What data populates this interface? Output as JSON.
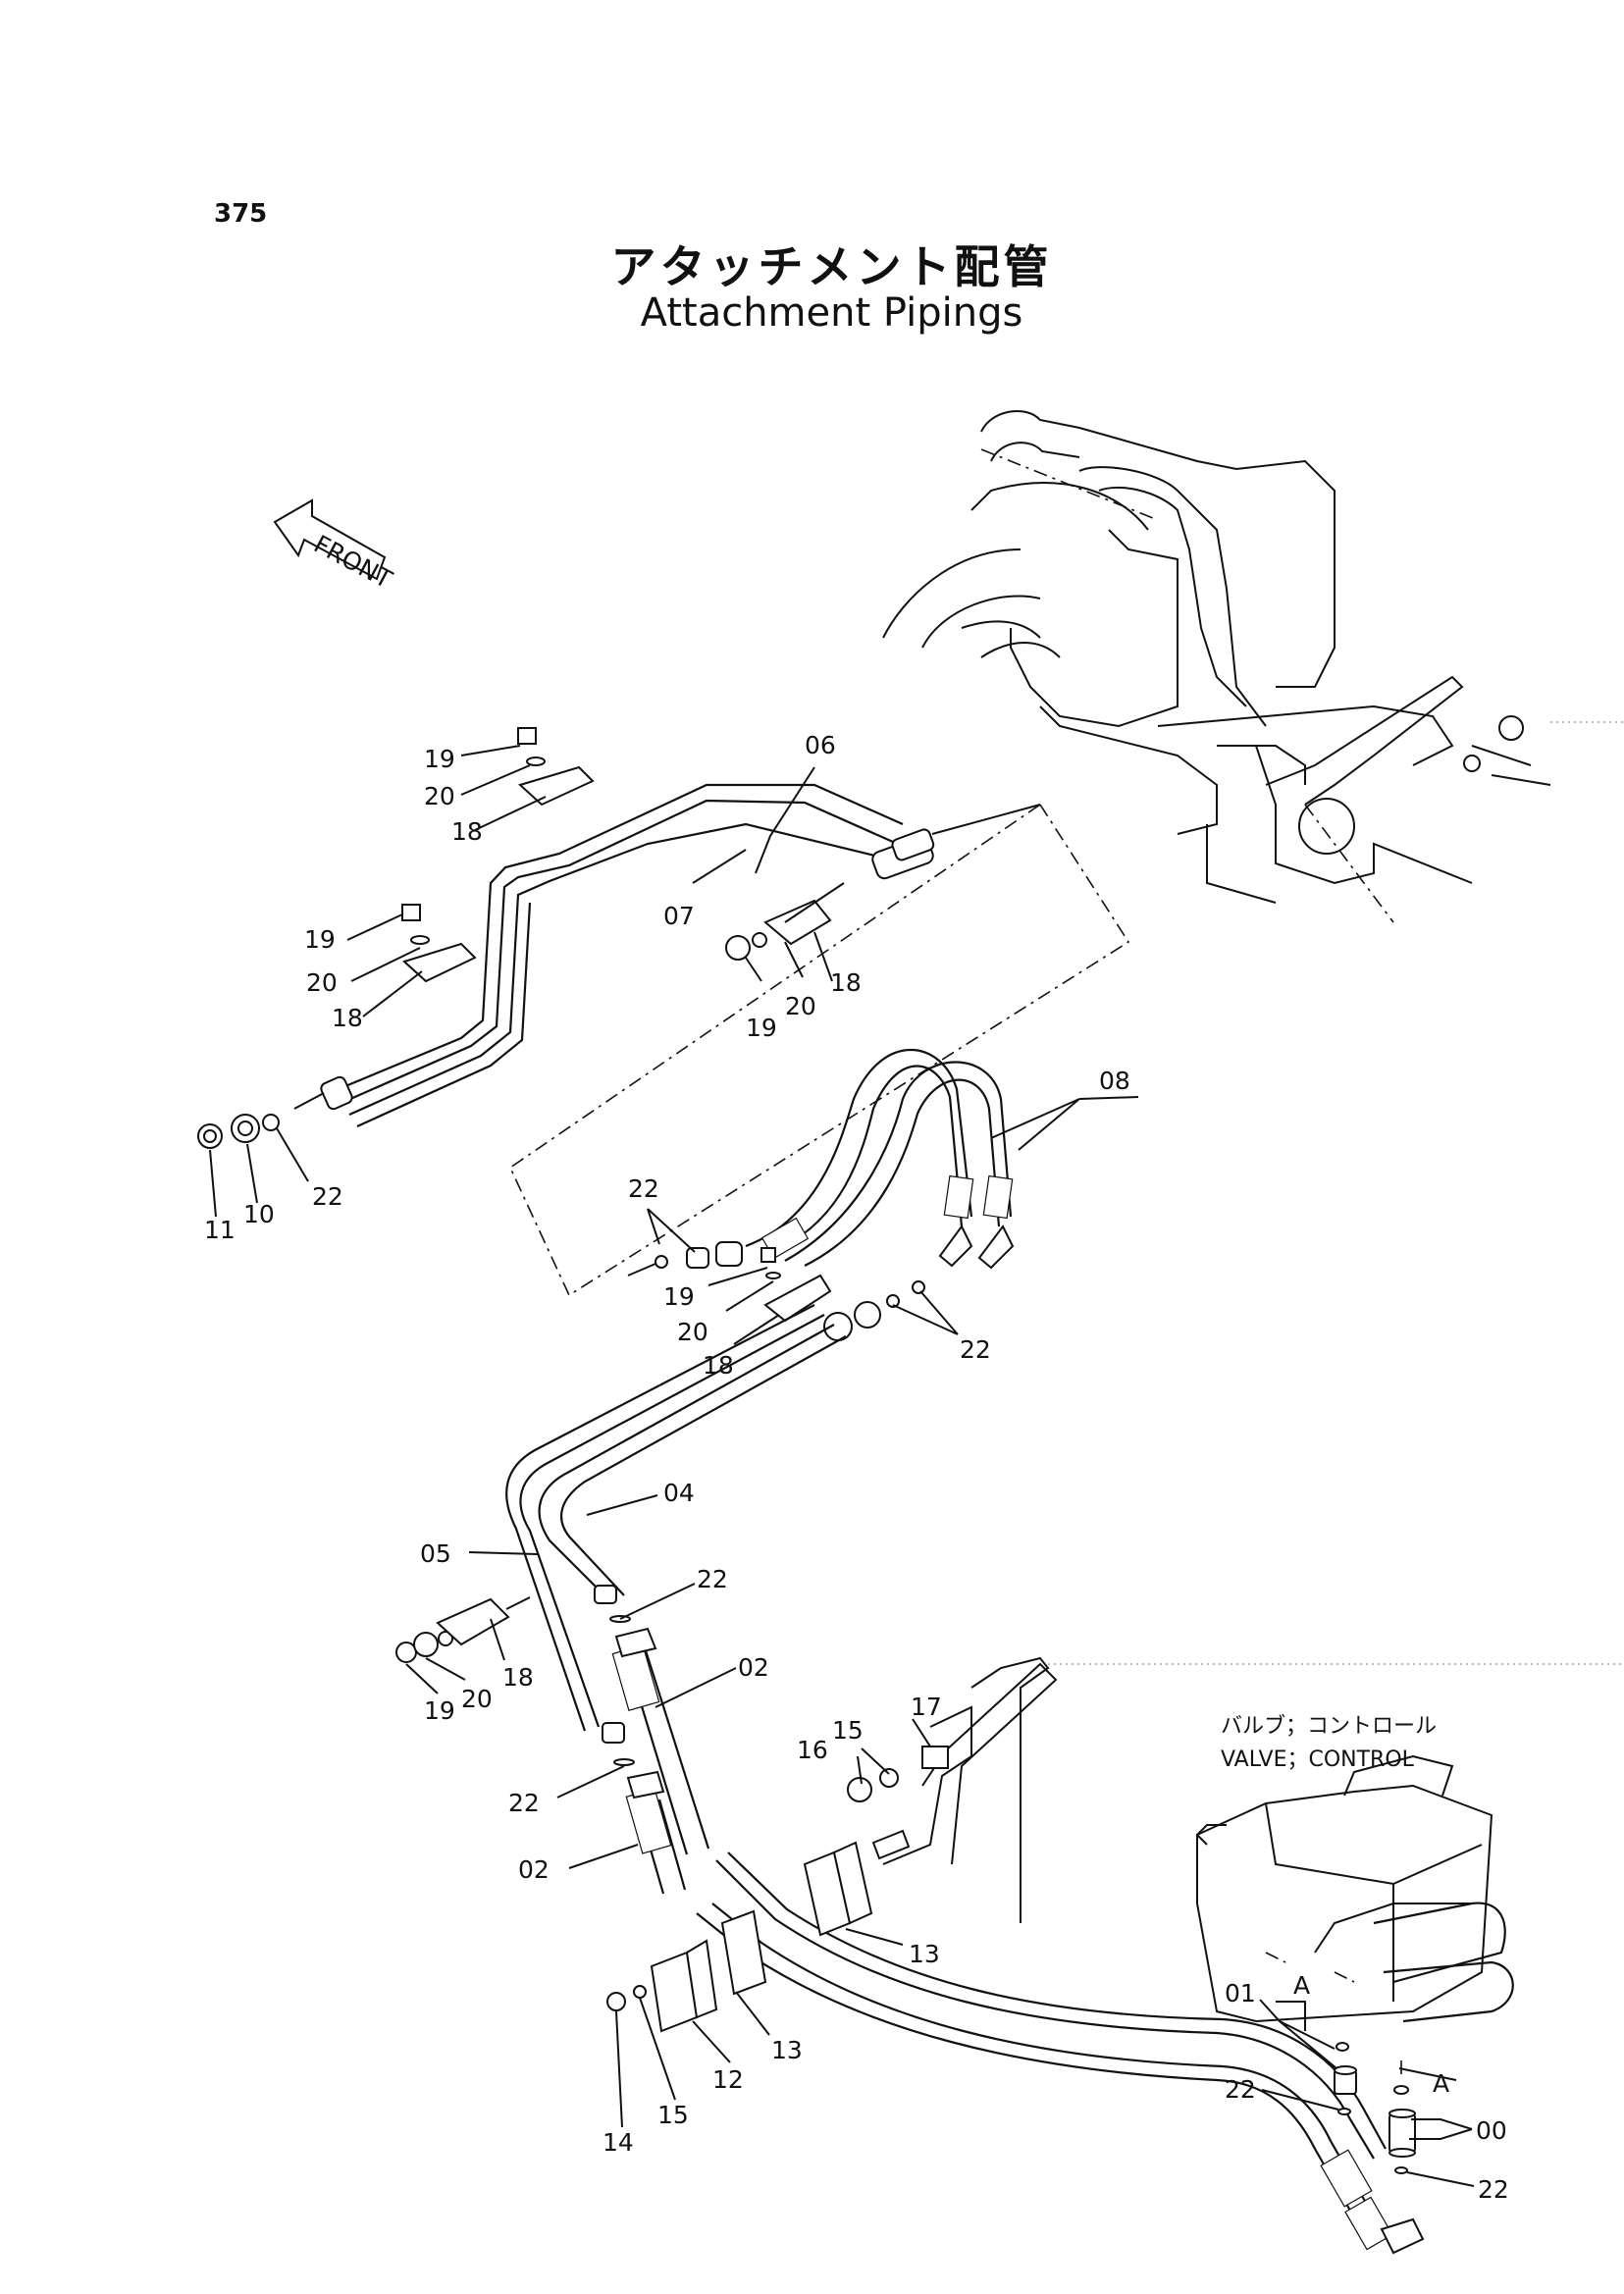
{
  "page_number": "375",
  "title_jp": "アタッチメント配管",
  "title_en": "Attachment Pipings",
  "front_label": "FRONT",
  "valve_label_jp": "バルブ；コントロール",
  "valve_label_en": "VALVE；CONTROL",
  "callouts": {
    "c06": "06",
    "c07": "07",
    "c08": "08",
    "c19a": "19",
    "c20a": "20",
    "c18a": "18",
    "c19b": "19",
    "c20b": "20",
    "c18b": "18",
    "c19c": "19",
    "c20c": "20",
    "c18c": "18",
    "c11": "11",
    "c10": "10",
    "c22a": "22",
    "c22b": "22",
    "c19d": "19",
    "c20d": "20",
    "c18d": "18",
    "c22c": "22",
    "c04": "04",
    "c05": "05",
    "c22d": "22",
    "c02a": "02",
    "c18e": "18",
    "c20e": "20",
    "c19e": "19",
    "c22e": "22",
    "c02b": "02",
    "c15a": "15",
    "c17": "17",
    "c16": "16",
    "c13a": "13",
    "c13b": "13",
    "c12": "12",
    "c15b": "15",
    "c14": "14",
    "c01": "01",
    "cA1": "A",
    "c22f": "22",
    "cA2": "A",
    "c00": "00",
    "c22g": "22"
  }
}
